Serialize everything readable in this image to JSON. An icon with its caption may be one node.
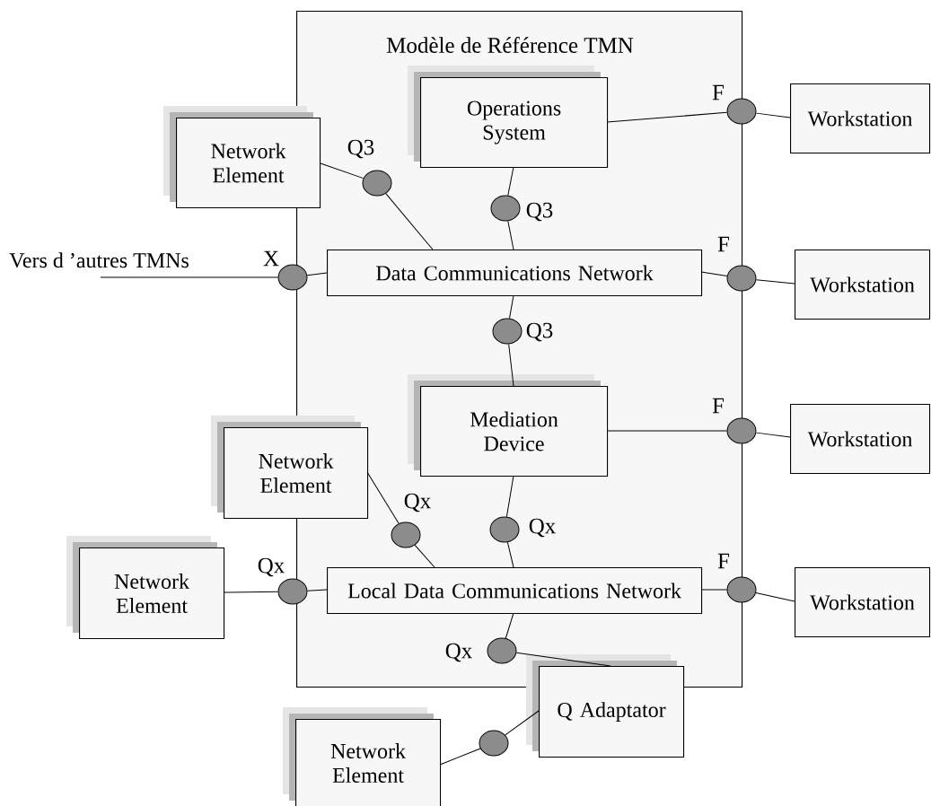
{
  "diagram": {
    "nodes": [
      {
        "text": [
          "Modèle de Référence TMN"
        ]
      },
      {
        "text": [
          "Operations System"
        ],
        "in": 0
      },
      {
        "text": [
          "Network Element"
        ]
      },
      {
        "text": [
          "Workstation"
        ]
      },
      {
        "text": [],
        "shape": "ellipse",
        "beside": [
          "Q3"
        ],
        "in": 0
      },
      {
        "text": [],
        "shape": "ellipse",
        "beside": [
          "Q3"
        ],
        "in": 0
      },
      {
        "text": [],
        "shape": "ellipse",
        "beside": [
          "F"
        ]
      },
      {
        "text": [
          "Vers d ’autres TMNs"
        ]
      },
      {
        "text": [],
        "shape": "ellipse",
        "beside": [
          "X"
        ]
      },
      {
        "text": [
          "Data Communications Network"
        ],
        "in": 0
      },
      {
        "text": [],
        "shape": "ellipse",
        "beside": [
          "F"
        ]
      },
      {
        "text": [
          "Workstation"
        ]
      },
      {
        "text": [],
        "shape": "ellipse",
        "beside": [
          "Q3"
        ],
        "in": 0
      },
      {
        "text": [
          "Mediation Device"
        ],
        "in": 0
      },
      {
        "text": [],
        "shape": "ellipse",
        "beside": [
          "F"
        ]
      },
      {
        "text": [
          "Workstation"
        ]
      },
      {
        "text": [
          "Network Element"
        ]
      },
      {
        "text": [],
        "shape": "ellipse",
        "beside": [
          "Qx"
        ],
        "in": 0
      },
      {
        "text": [],
        "shape": "ellipse",
        "beside": [
          "Qx"
        ],
        "in": 0
      },
      {
        "text": [
          "Network Element"
        ]
      },
      {
        "text": [],
        "shape": "ellipse",
        "beside": [
          "Qx"
        ]
      },
      {
        "text": [
          "Local Data Communications Network"
        ],
        "in": 0
      },
      {
        "text": [],
        "shape": "ellipse",
        "beside": [
          "F"
        ]
      },
      {
        "text": [
          "Workstation"
        ]
      },
      {
        "text": [],
        "shape": "ellipse",
        "beside": [
          "Qx"
        ],
        "in": 0
      },
      {
        "text": [
          "Q Adaptator"
        ]
      },
      {
        "text": [
          "Network Element"
        ]
      },
      {
        "text": [],
        "shape": "ellipse"
      }
    ],
    "edges": [
      {
        "from": 2,
        "to": 4,
        "arrow": "none"
      },
      {
        "from": 4,
        "to": 9,
        "arrow": "none"
      },
      {
        "from": 1,
        "to": 5,
        "arrow": "none"
      },
      {
        "from": 5,
        "to": 9,
        "arrow": "none"
      },
      {
        "from": 1,
        "to": 6,
        "arrow": "none"
      },
      {
        "from": 6,
        "to": 3,
        "arrow": "none"
      },
      {
        "from": 7,
        "to": 8,
        "arrow": "none"
      },
      {
        "from": 8,
        "to": 9,
        "arrow": "none"
      },
      {
        "from": 9,
        "to": 10,
        "arrow": "none"
      },
      {
        "from": 10,
        "to": 11,
        "arrow": "none"
      },
      {
        "from": 9,
        "to": 12,
        "arrow": "none"
      },
      {
        "from": 12,
        "to": 13,
        "arrow": "none"
      },
      {
        "from": 13,
        "to": 14,
        "arrow": "none"
      },
      {
        "from": 14,
        "to": 15,
        "arrow": "none"
      },
      {
        "from": 16,
        "to": 17,
        "arrow": "none"
      },
      {
        "from": 17,
        "to": 21,
        "arrow": "none"
      },
      {
        "from": 13,
        "to": 18,
        "arrow": "none"
      },
      {
        "from": 18,
        "to": 21,
        "arrow": "none"
      },
      {
        "from": 19,
        "to": 20,
        "arrow": "none"
      },
      {
        "from": 20,
        "to": 21,
        "arrow": "none"
      },
      {
        "from": 21,
        "to": 22,
        "arrow": "none"
      },
      {
        "from": 22,
        "to": 23,
        "arrow": "none"
      },
      {
        "from": 21,
        "to": 24,
        "arrow": "none"
      },
      {
        "from": 24,
        "to": 25,
        "arrow": "none"
      },
      {
        "from": 26,
        "to": 27,
        "arrow": "none"
      },
      {
        "from": 27,
        "to": 25,
        "arrow": "none"
      }
    ]
  }
}
